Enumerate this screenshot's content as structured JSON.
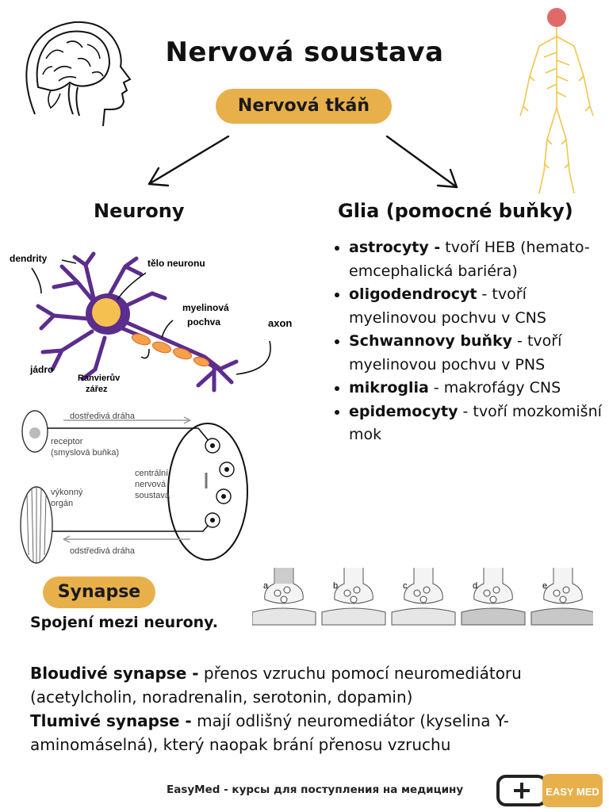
{
  "title": "Nervová soustava",
  "tissue_label": "Nervová tkáň",
  "left_heading": "Neurony",
  "right_heading": "Glia (pomocné buňky)",
  "glia": [
    {
      "name": "astrocyty -",
      "desc": " tvoří HEB (hemato-emcephalická bariéra)"
    },
    {
      "name": "oligodendrocyt",
      "desc": " - tvoří myelinovou pochvu v CNS"
    },
    {
      "name": "Schwannovy buňky",
      "desc": " - tvoří myelinovou pochvu v PNS"
    },
    {
      "name": "mikroglia",
      "desc": " - makrofágy CNS"
    },
    {
      "name": "epidemocyty",
      "desc": " - tvoří mozkomišní mok"
    }
  ],
  "neuron_labels": {
    "dendrity": "dendrity",
    "telo": "tělo neuronu",
    "myelin_1": "myelinová",
    "myelin_2": "pochva",
    "axon": "axon",
    "jadro": "jádro",
    "ranvier_1": "Ranvierův",
    "ranvier_2": "zářez"
  },
  "reflex_labels": {
    "dostrediva": "dostředivá dráha",
    "receptor_1": "receptor",
    "receptor_2": "(smyslová buňka)",
    "centralni_1": "centrální",
    "centralni_2": "nervová",
    "centralni_3": "soustava",
    "vykonny_1": "výkonný",
    "vykonny_2": "orgán",
    "odstrediva": "odstředivá dráha"
  },
  "synapse_steps": [
    "a",
    "b",
    "c",
    "d",
    "e"
  ],
  "synapse_label": "Synapse",
  "synapse_def": "Spojení mezi neurony.",
  "bloudive_name": "Bloudivé synapse -",
  "bloudive_desc": " přenos vzruchu pomocí neuromediátoru (acetylcholin, noradrenalin, serotonin, dopamin)",
  "tlumive_name": "Tlumivé synapse -",
  "tlumive_desc": " mají odlišný neuromediátor (kyselina Y-aminomáselná), který naopak brání přenosu vzruchu",
  "footer": "EasyMed - курсы для поступления на медицину",
  "logo_text": "EASY MED",
  "colors": {
    "accent": "#e8b04a",
    "neuron": "#5b2d8c",
    "nerve": "#f0c64a",
    "brain": "#e06a6a"
  }
}
